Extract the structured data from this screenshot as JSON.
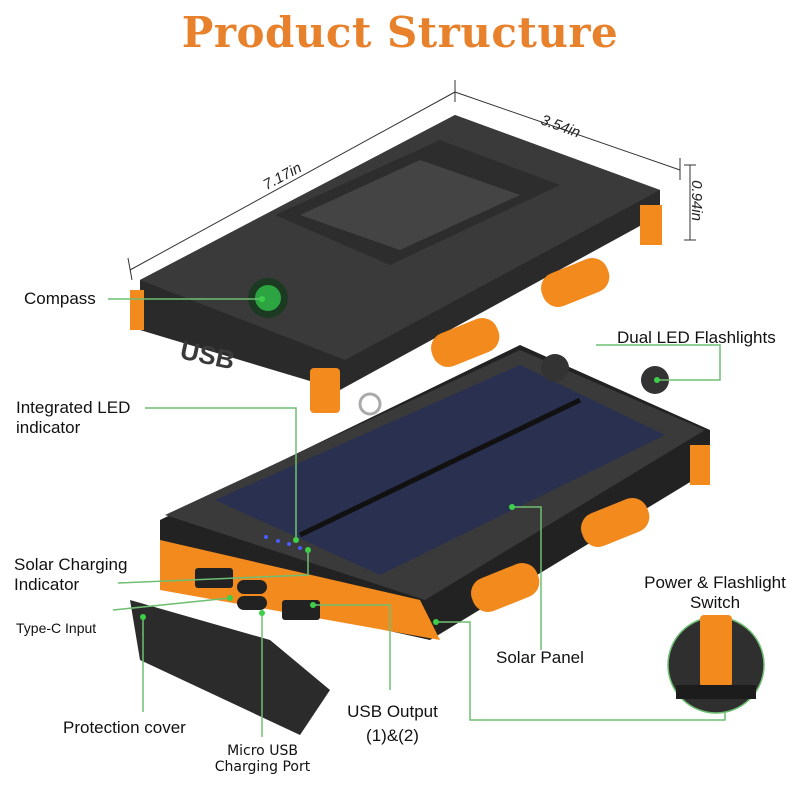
{
  "title": "Product Structure",
  "colors": {
    "title": "#e8812c",
    "accent_orange": "#f28a1e",
    "body_black": "#1f1f1f",
    "solar_blue": "#2a3050",
    "callout_green": "#6fbf73",
    "led_blue": "#4a5cff"
  },
  "dimensions": {
    "length": "7.17in",
    "width": "3.54in",
    "thickness": "0.94in"
  },
  "callouts": {
    "compass": "Compass",
    "dual_led": "Dual LED Flashlights",
    "led_indicator_line1": "Integrated LED",
    "led_indicator_line2": "indicator",
    "solar_indicator_line1": "Solar Charging",
    "solar_indicator_line2": "Indicator",
    "type_c": "Type-C Input",
    "power_switch_line1": "Power & Flashlight",
    "power_switch_line2": "Switch",
    "solar_panel": "Solar Panel",
    "protection_cover": "Protection cover",
    "micro_usb_line1": "Micro USB",
    "micro_usb_line2": "Charging Port",
    "usb_output_line1": "USB Output",
    "usb_output_line2": "(1)&(2)"
  },
  "device_text": {
    "embossed": "USB"
  }
}
